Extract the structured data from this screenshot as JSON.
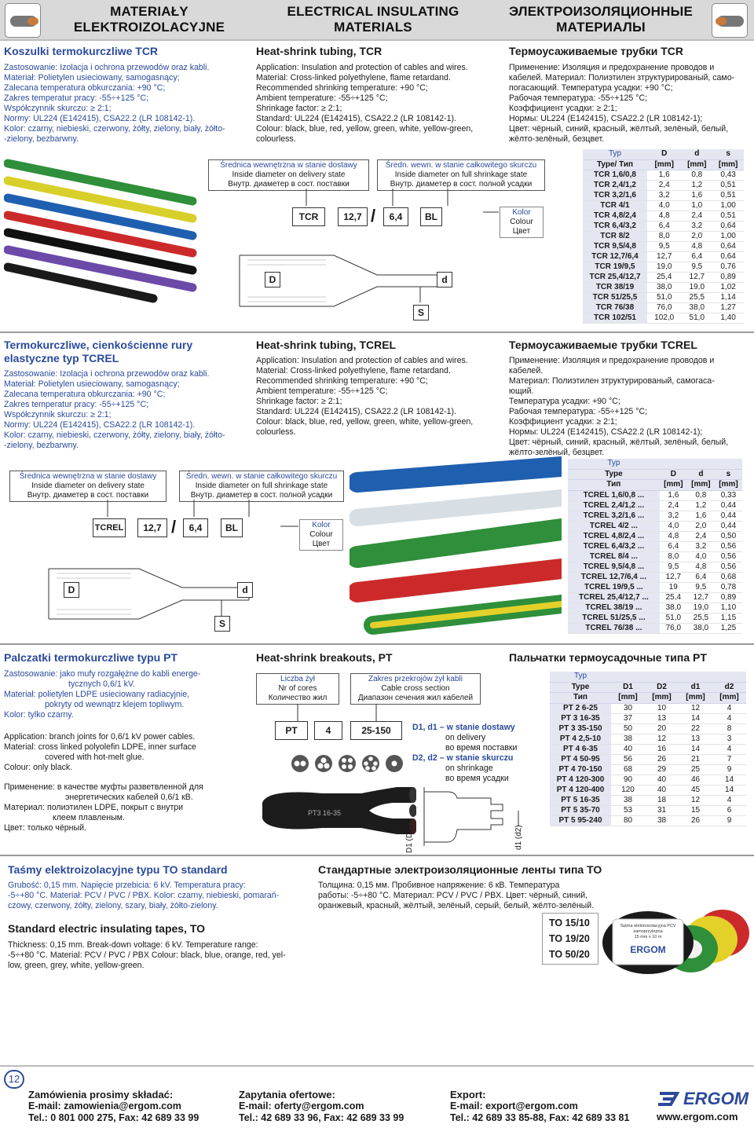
{
  "header": {
    "pl_title": "MATERIAŁY ELEKTROIZOLACYJNE",
    "en_title": "ELECTRICAL INSULATING MATERIALS",
    "ru_title": "ЭЛЕКТРОИЗОЛЯЦИОННЫЕ МАТЕРИАЛЫ"
  },
  "tcr": {
    "pl_title": "Koszulki termokurczliwe TCR",
    "pl_lines": [
      "Zastosowanie: Izolacja i ochrona przewodów oraz kabli.",
      "Materiał: Polietylen usieciowany, samogasnący;",
      "Zalecana temperatura obkurczania: +90 °C;",
      "Zakres temperatur pracy: -55÷+125 °C;",
      "Współczynnik skurczu: ≥ 2:1;",
      "Normy: UL224 (E142415), CSA22.2 (LR 108142-1).",
      "Kolor: czarny, niebieski, czerwony, żółty, zielony, biały, żółto-",
      "-zielony, bezbarwny."
    ],
    "en_title": "Heat-shrink tubing, TCR",
    "en_lines": [
      "Application: Insulation and protection of cables and wires.",
      "Material: Cross-linked polyethylene, flame retardand.",
      "Recommended shrinking temperature: +90 °C;",
      "Ambient temperature: -55÷+125 °C;",
      "Shrinkage factor: ≥ 2:1;",
      "Standard: UL224 (E142415), CSA22.2 (LR 108142-1).",
      "Colour: black, blue, red, yellow, green, white, yellow-green,",
      "colourless."
    ],
    "ru_title": "Термоусаживаемые трубки TCR",
    "ru_lines": [
      "Применение: Изоляция и предохранение проводов и",
      "кабелей. Материал: Полиэтилен зтруктурированый, само-",
      "погасающий. Температура усадки: +90 °C;",
      "Рабочая температура: -55÷+125 °C;",
      "Коэффициент усадки: ≥ 2:1;",
      "Нормы: UL224 (E142415), CSA22.2 (LR 108142-1);",
      "Цвет: чёрный, синий, красный, жёлтый, зелёный, белый,",
      "жёлто-зелёный, безцвет."
    ],
    "diagram": {
      "label_left": [
        "Średnica wewnętrzna w stanie dostawy",
        "Inside diameter on delivery state",
        "Внутр. диаметер в сост. поставки"
      ],
      "label_right": [
        "Średn. wewn. w stanie całkowitego skurczu",
        "Inside diameter on full shrinkage state",
        "Внутр. диаметер в сост. полной усадки"
      ],
      "code": "TCR",
      "d_big": "12,7",
      "d_small": "6,4",
      "color_code": "BL",
      "color_label": [
        "Kolor",
        "Colour",
        "Цвет"
      ],
      "dim_D": "D",
      "dim_d": "d",
      "dim_S": "S"
    },
    "table": {
      "head": [
        "Typ",
        "Type/ Тип",
        "D",
        "[mm]",
        "d",
        "[mm]",
        "s",
        "[mm]"
      ],
      "rows": [
        [
          "TCR 1,6/0,8",
          "1,6",
          "0,8",
          "0,43"
        ],
        [
          "TCR 2,4/1,2",
          "2,4",
          "1,2",
          "0,51"
        ],
        [
          "TCR 3,2/1,6",
          "3,2",
          "1,6",
          "0,51"
        ],
        [
          "TCR 4/1",
          "4,0",
          "1,0",
          "1,00"
        ],
        [
          "TCR 4,8/2,4",
          "4,8",
          "2,4",
          "0,51"
        ],
        [
          "TCR 6,4/3,2",
          "6,4",
          "3,2",
          "0,64"
        ],
        [
          "TCR 8/2",
          "8,0",
          "2,0",
          "1,00"
        ],
        [
          "TCR 9,5/4,8",
          "9,5",
          "4,8",
          "0,64"
        ],
        [
          "TCR 12,7/6,4",
          "12,7",
          "6,4",
          "0,64"
        ],
        [
          "TCR 19/9,5",
          "19,0",
          "9,5",
          "0,76"
        ],
        [
          "TCR 25,4/12,7",
          "25,4",
          "12,7",
          "0,89"
        ],
        [
          "TCR 38/19",
          "38,0",
          "19,0",
          "1,02"
        ],
        [
          "TCR 51/25,5",
          "51,0",
          "25,5",
          "1,14"
        ],
        [
          "TCR 76/38",
          "76,0",
          "38,0",
          "1,27"
        ],
        [
          "TCR 102/51",
          "102,0",
          "51,0",
          "1,40"
        ]
      ]
    }
  },
  "tcrel": {
    "pl_title": "Termokurczliwe, cienkościenne rury elastyczne typ TCREL",
    "pl_lines": [
      "Zastosowanie: Izolacja i ochrona przewodów oraz kabli.",
      "Materiał: Polietylen usieciowany, samogasnący;",
      "Zalecana temperatura obkurczania: +90 °C;",
      "Zakres temperatur pracy: -55÷+125 °C;",
      "Współczynnik skurczu: ≥ 2:1;",
      "Normy: UL224 (E142415), CSA22.2 (LR 108142-1).",
      "Kolor: czarny, niebieski, czerwony, żółty, zielony, biały, żółto-",
      "-zielony, bezbarwny."
    ],
    "en_title": "Heat-shrink tubing, TCREL",
    "en_lines": [
      "Application: Insulation and protection of cables and wires.",
      "Material: Cross-linked polyethylene, flame retardand.",
      "Recommended shrinking temperature: +90 °C;",
      "Ambient temperature: -55÷+125 °C;",
      "Shrinkage factor: ≥ 2:1;",
      "Standard: UL224 (E142415), CSA22.2 (LR 108142-1).",
      "Colour: black, blue, red, yellow, green, white, yellow-green,",
      "colourless."
    ],
    "ru_title": "Термоусаживаемые трубки TCREL",
    "ru_lines": [
      "Применение: Изоляция и предохранение проводов и",
      "кабелей.",
      "Материал: Полиэтилен зтруктурированый, самогаса-",
      "ющий.",
      "Температура усадки: +90 °C;",
      "Рабочая температура: -55÷+125 °C;",
      "Коэффициент усадки: ≥ 2:1;",
      "Нормы: UL224 (E142415), CSA22.2 (LR 108142-1);",
      "Цвет: чёрный, синий, красный, жёлтый, зелёный, белый,",
      "жёлто-зелёный, безцвет."
    ],
    "diagram": {
      "label_left": [
        "Średnica wewnętrzna w stanie dostawy",
        "Inside diameter on delivery state",
        "Внутр. диаметер в сост. поставки"
      ],
      "label_right": [
        "Średn. wewn. w stanie całkowitego skurczu",
        "Inside diameter on full shrinkage state",
        "Внутр. диаметер в сост. полной усадки"
      ],
      "code": "TCREL",
      "d_big": "12,7",
      "d_small": "6,4",
      "color_code": "BL",
      "color_label": [
        "Kolor",
        "Colour",
        "Цвет"
      ],
      "dim_D": "D",
      "dim_d": "d",
      "dim_S": "S"
    },
    "table": {
      "head": [
        "Typ",
        "Type",
        "Тип",
        "D",
        "[mm]",
        "d",
        "[mm]",
        "s",
        "[mm]"
      ],
      "rows": [
        [
          "TCREL 1,6/0,8 ...",
          "1,6",
          "0,8",
          "0,33"
        ],
        [
          "TCREL 2,4/1,2 ...",
          "2,4",
          "1,2",
          "0,44"
        ],
        [
          "TCREL 3,2/1,6 ...",
          "3,2",
          "1,6",
          "0,44"
        ],
        [
          "TCREL 4/2 ...",
          "4,0",
          "2,0",
          "0,44"
        ],
        [
          "TCREL 4,8/2,4 ...",
          "4,8",
          "2,4",
          "0,50"
        ],
        [
          "TCREL 6,4/3,2 ...",
          "6,4",
          "3,2",
          "0,56"
        ],
        [
          "TCREL 8/4 ...",
          "8,0",
          "4,0",
          "0,56"
        ],
        [
          "TCREL 9,5/4,8 ...",
          "9,5",
          "4,8",
          "0,56"
        ],
        [
          "TCREL 12,7/6,4 ...",
          "12,7",
          "6,4",
          "0,68"
        ],
        [
          "TCREL 19/9,5 ...",
          "19",
          "9,5",
          "0,78"
        ],
        [
          "TCREL 25,4/12,7 ...",
          "25,4",
          "12,7",
          "0,89"
        ],
        [
          "TCREL 38/19 ...",
          "38,0",
          "19,0",
          "1,10"
        ],
        [
          "TCREL 51/25,5 ...",
          "51,0",
          "25,5",
          "1,15"
        ],
        [
          "TCREL 76/38 ...",
          "76,0",
          "38,0",
          "1,25"
        ]
      ]
    }
  },
  "pt": {
    "pl_title": "Palczatki termokurczliwe typu PT",
    "pl_lines": [
      "Zastosowanie: jako mufy rozgałężne do kabli energe-",
      "tycznych 0,6/1 kV.",
      "Materiał: polietylen LDPE usieciowany radiacyjnie,",
      "pokryty od wewnątrz klejem topliwym.",
      "Kolor: tylko czarny."
    ],
    "en_lines": [
      "Application: branch joints for 0,6/1 kV power cables.",
      "Material: cross linked polyolefin LDPE, inner surface",
      "covered with hot-melt glue.",
      "Colour: only black."
    ],
    "ru_lines": [
      "Применение: в качестве муфты разветвленной для",
      "энергетических кабелей 0,6/1 кВ.",
      "Материал: полиэтилен LDPE, покрыт с внутри",
      "клеем плавленым.",
      "Цвет: только чёрный."
    ],
    "en_title": "Heat-shrink breakouts, PT",
    "ru_title": "Пальчатки термоусадочные типа PT",
    "diagram": {
      "label_cores": [
        "Liczba żył",
        "Nr of cores",
        "Количество жил"
      ],
      "label_cross": [
        "Zakres przekrojów żył kabli",
        "Cable cross section",
        "Диапазон сечения жил кабелей"
      ],
      "code": "PT",
      "cores": "4",
      "cross": "25-150",
      "legend": [
        "D1, d1 – w stanie dostawy",
        "on delivery",
        "во время поставки",
        "D2, d2 – w stanie skurczu",
        "on shrinkage",
        "во время усадки"
      ],
      "dim_D1": "D1 (D2)",
      "dim_d1": "d1 (d2)",
      "product_print": "PT3 16-35"
    },
    "table": {
      "head": [
        "Typ",
        "Type",
        "Тип",
        "D1",
        "[mm]",
        "D2",
        "[mm]",
        "d1",
        "[mm]",
        "d2",
        "[mm]"
      ],
      "rows": [
        [
          "PT 2 6-25",
          "30",
          "10",
          "12",
          "4"
        ],
        [
          "PT 3 16-35",
          "37",
          "13",
          "14",
          "4"
        ],
        [
          "PT 3 35-150",
          "50",
          "20",
          "22",
          "8"
        ],
        [
          "PT 4 2,5-10",
          "38",
          "12",
          "13",
          "3"
        ],
        [
          "PT 4 6-35",
          "40",
          "16",
          "14",
          "4"
        ],
        [
          "PT 4 50-95",
          "56",
          "26",
          "21",
          "7"
        ],
        [
          "PT 4 70-150",
          "68",
          "29",
          "25",
          "9"
        ],
        [
          "PT 4 120-300",
          "90",
          "40",
          "46",
          "14"
        ],
        [
          "PT 4 120-400",
          "120",
          "40",
          "45",
          "14"
        ],
        [
          "PT 5 16-35",
          "38",
          "18",
          "12",
          "4"
        ],
        [
          "PT 5 35-70",
          "53",
          "31",
          "15",
          "6"
        ],
        [
          "PT 5 95-240",
          "80",
          "38",
          "26",
          "9"
        ]
      ]
    }
  },
  "to": {
    "pl_title": "Taśmy elektroizolacyjne typu TO standard",
    "pl_lines": [
      "Grubość: 0,15 mm. Napięcie przebicia: 6 kV. Temperatura pracy:",
      "-5÷+80 °C. Materiał: PCV / PVC / PBX. Kolor: czarny, niebieski, pomarań-",
      "czowy, czerwony, żółty, zielony, szary, biały, żółto-zielony."
    ],
    "en_title": "Standard electric insulating tapes, TO",
    "en_lines": [
      "Thickness: 0,15 mm. Break-down voltage: 6 kV. Temperature range:",
      "-5÷+80 °C. Material: PCV / PVC / PBX Colour: black, blue, orange, red, yel-",
      "low, green, grey, white, yellow-green."
    ],
    "ru_title": "Стандартные электроизоляционные ленты типа TO",
    "ru_lines": [
      "Толщина: 0,15 мм. Пробивное напряжение: 6 кВ. Температура",
      "работы: -5÷+80 °C. Материал: PCV / PVC / PBX. Цвет: чёрный, синий,",
      "оранжевый, красный, жёлтый, зелёный, серый, белый, жёлто-зелёный."
    ],
    "types": [
      "TO 15/10",
      "TO 19/20",
      "TO 50/20"
    ],
    "tape_print": [
      "Taśma elektroizolacyjna PCV",
      "samoprzylepna",
      "15 mm x 10 m"
    ],
    "tape_brand": "ERGOM"
  },
  "footer": {
    "page": "12",
    "orders_title": "Zamówienia prosimy składać:",
    "orders_email": "E-mail: zamowienia@ergom.com",
    "orders_tel": "Tel.: 0 801 000 275, Fax: 42 689 33 99",
    "offers_title": "Zapytania ofertowe:",
    "offers_email": "E-mail: oferty@ergom.com",
    "offers_tel": "Tel.: 42 689 33 96, Fax: 42 689 33 99",
    "export_title": "Export:",
    "export_email": "E-mail: export@ergom.com",
    "export_tel": "Tel.: 42 689 33 85-88, Fax: 42 689 33 81",
    "brand": "ERGOM",
    "web": "www.ergom.com"
  },
  "colors": {
    "accent_blue": "#2b4a9b",
    "header_gray": "#d9d9d9",
    "table_head": "#e4e7f2"
  }
}
